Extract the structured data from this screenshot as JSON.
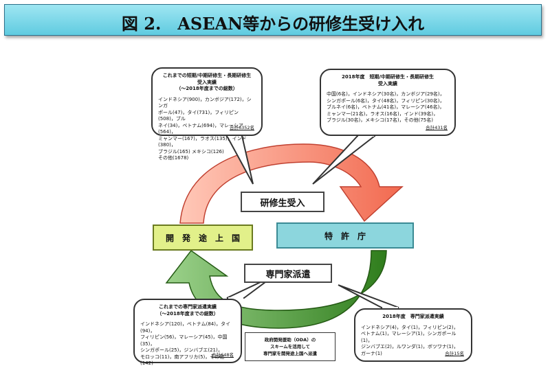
{
  "title": "図 2.　ASEAN等からの研修生受け入れ",
  "nodes": {
    "developing": "開　発　途　上　国",
    "jpo": "特　許　庁",
    "trainee_accept": "研修生受入",
    "expert_dispatch": "専門家派遣",
    "oda_note": "政府開発援助（ODA）の\nスキームを活用して\n専門家を開発途上国へ派遣"
  },
  "bubbles": {
    "top_left": {
      "header": "これまでの短期/中期研修生・長期研修生\n受入実績\n（～2018年度までの総数）",
      "body": "インドネシア(900)，カンボジア(172)，シンガ\nポール(47)，タイ(731)，フィリピン(508)，ブル\nネイ(34)，ベトナム(694)，マレーシア(564)，\nミャンマー(167)，ラオス(135)，インド(380)，\nブラジル(165) メキシコ(126)\nその他(1678)",
      "total": "合計6352名"
    },
    "top_right": {
      "header": "2018年度　短期/中期研修生・長期研修生\n受入実績",
      "body": "中国(6名)，インドネシア(30名)，カンボジア(29名)，\nシンガポール(6名)，タイ(48名)，フィリピン(30名)，\nブルネイ(6名)，ベトナム(41名)，マレーシア(46名)，\nミャンマー(21名)，ラオス(16名)，インド(39名)，\nブラジル(30名)，メキシコ(17名)，その他(75名)",
      "total": "合計431名"
    },
    "bottom_left": {
      "header": "これまでの専門家派遣実績\n（～2018年度までの総数）",
      "body": "インドネシア(120)，ベトナム(84)，タイ(94)，\nフィリピン(56)，マレーシア(45)，中国(35)，\nシンガポール(25)，ジンバブエ(21)，\nモロッコ(11)，南アフリカ(5)，その他(142)",
      "total": "合計648名"
    },
    "bottom_right": {
      "header": "2018年度　専門家派遣実績",
      "body": "インドネシア(4)，タイ(1)，フィリピン(2)，\nベトナム(1)，マレーシア(1)，シンガポール(1)，\nジンバブエ(2)，ルワンダ(1)，ボツワナ(1)，\nガーナ(1)",
      "total": "合計15名"
    }
  },
  "colors": {
    "arrow_top": "#f47c66",
    "arrow_bottom": "#4e9a2e",
    "developing_box": "#e2f08a",
    "jpo_box": "#8cd6dd",
    "title_bg": "#72d2e6"
  }
}
